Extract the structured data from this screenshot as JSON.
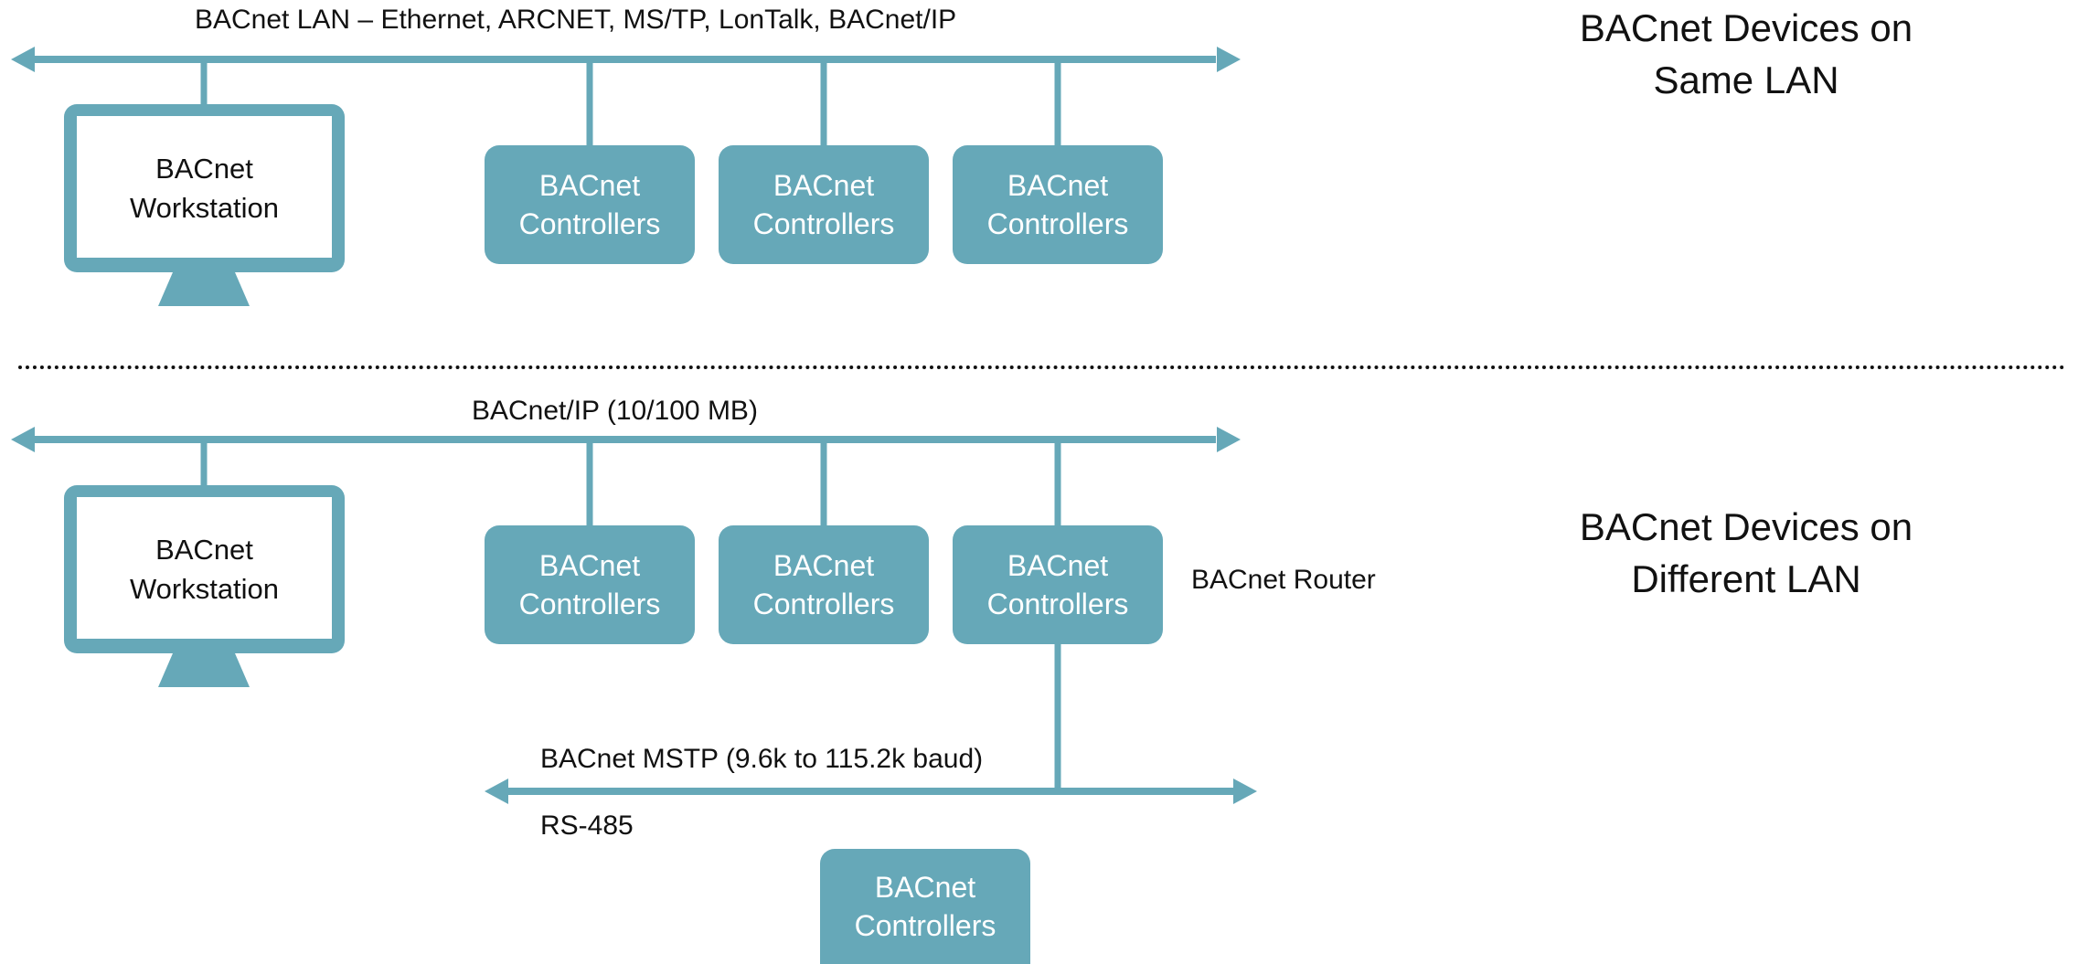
{
  "top": {
    "bus_label": "BACnet LAN – Ethernet, ARCNET, MS/TP, LonTalk, BACnet/IP",
    "title": "BACnet Devices on\nSame LAN",
    "workstation_label": "BACnet\nWorkstation",
    "controllers": [
      "BACnet\nControllers",
      "BACnet\nControllers",
      "BACnet\nControllers"
    ]
  },
  "bottom": {
    "bus_label": "BACnet/IP (10/100 MB)",
    "title": "BACnet Devices on\nDifferent LAN",
    "workstation_label": "BACnet\nWorkstation",
    "controllers": [
      "BACnet\nControllers",
      "BACnet\nControllers",
      "BACnet\nControllers"
    ],
    "router_label": "BACnet Router",
    "mstp_bus_label": "BACnet MSTP (9.6k to 115.2k baud)",
    "rs485_label": "RS-485",
    "mstp_controller": "BACnet\nControllers"
  },
  "colors": {
    "accent": "#66a8b8",
    "text": "#111111",
    "background": "#ffffff"
  }
}
